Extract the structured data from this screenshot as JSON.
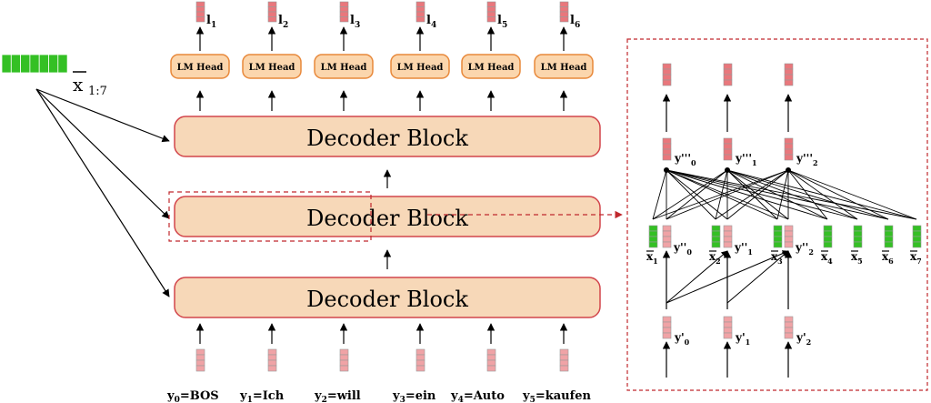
{
  "encoder": {
    "label": "x",
    "subscript": "1:7",
    "cells": 7,
    "color": "#34c024"
  },
  "logits": [
    {
      "label": "l",
      "sub": "1"
    },
    {
      "label": "l",
      "sub": "2"
    },
    {
      "label": "l",
      "sub": "3"
    },
    {
      "label": "l",
      "sub": "4"
    },
    {
      "label": "l",
      "sub": "5"
    },
    {
      "label": "l",
      "sub": "6"
    }
  ],
  "lm_head_label": "LM Head",
  "decoder_block_label": "Decoder Block",
  "inputs": [
    {
      "var": "y",
      "sub": "0",
      "word": "=BOS"
    },
    {
      "var": "y",
      "sub": "1",
      "word": "=Ich"
    },
    {
      "var": "y",
      "sub": "2",
      "word": "=will"
    },
    {
      "var": "y",
      "sub": "3",
      "word": "=ein"
    },
    {
      "var": "y",
      "sub": "4",
      "word": "=Auto"
    },
    {
      "var": "y",
      "sub": "5",
      "word": "=kaufen"
    }
  ],
  "detail": {
    "top_outputs": [
      {
        "label": "y'''",
        "sub": "0"
      },
      {
        "label": "y'''",
        "sub": "1"
      },
      {
        "label": "y'''",
        "sub": "2"
      }
    ],
    "mid_outputs": [
      {
        "label": "y''",
        "sub": "0"
      },
      {
        "label": "y''",
        "sub": "1"
      },
      {
        "label": "y''",
        "sub": "2"
      }
    ],
    "bottom_inputs": [
      {
        "label": "y'",
        "sub": "0"
      },
      {
        "label": "y'",
        "sub": "1"
      },
      {
        "label": "y'",
        "sub": "2"
      }
    ],
    "encoder_vectors": [
      {
        "label": "x",
        "sub": "1"
      },
      {
        "label": "x",
        "sub": "2"
      },
      {
        "label": "x",
        "sub": "3"
      },
      {
        "label": "x",
        "sub": "4"
      },
      {
        "label": "x",
        "sub": "5"
      },
      {
        "label": "x",
        "sub": "6"
      },
      {
        "label": "x",
        "sub": "7"
      }
    ]
  },
  "colors": {
    "block_fill": "#f7d8b8",
    "block_stroke": "#d2454b",
    "head_fill": "#fbd6ad",
    "head_stroke": "#e8883a",
    "vector_red": "#e9777c",
    "vector_pink": "#f0a3a6",
    "dashed": "#c0282d"
  }
}
